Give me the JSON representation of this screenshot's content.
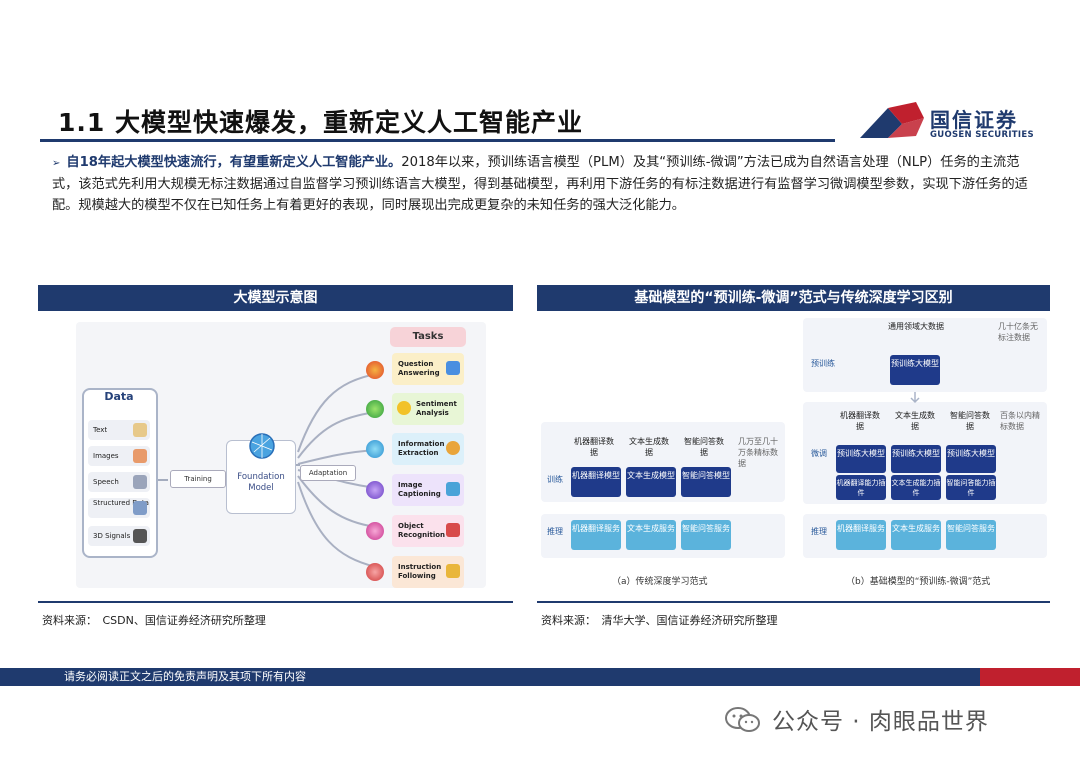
{
  "header": {
    "title": "1.1 大模型快速爆发，重新定义人工智能产业",
    "logo_cn": "国信证券",
    "logo_en": "GUOSEN SECURITIES"
  },
  "intro": {
    "lead": "自18年起大模型快速流行，有望重新定义人工智能产业。",
    "body": "2018年以来，预训练语言模型（PLM）及其“预训练-微调”方法已成为自然语言处理（NLP）任务的主流范式，该范式先利用大规模无标注数据通过自监督学习预训练语言大模型，得到基础模型，再利用下游任务的有标注数据进行有监督学习微调模型参数，实现下游任务的适配。规模越大的模型不仅在已知任务上有着更好的表现，同时展现出完成更复杂的未知任务的强大泛化能力。"
  },
  "left_panel": {
    "title": "大模型示意图",
    "source": "资料来源：　CSDN、国信证券经济研究所整理",
    "data_title": "Data",
    "data_items": [
      "Text",
      "Images",
      "Speech",
      "Structured Data",
      "3D Signals"
    ],
    "training": "Training",
    "foundation": "Foundation Model",
    "adaptation": "Adaptation",
    "tasks_title": "Tasks",
    "tasks": [
      "Question Answering",
      "Sentiment Analysis",
      "Information Extraction",
      "Image Captioning",
      "Object Recognition",
      "Instruction Following"
    ]
  },
  "right_panel": {
    "title": "基础模型的“预训练-微调”范式与传统深度学习区别",
    "source": "资料来源：　清华大学、国信证券经济研究所整理",
    "a": {
      "tasks": [
        "机器翻译数据",
        "文本生成数据",
        "智能问答数据"
      ],
      "data_note": "几万至几十万条精标数据",
      "train_label": "训练",
      "train_models": [
        "机器翻译模型",
        "文本生成模型",
        "智能问答模型"
      ],
      "infer_label": "推理",
      "infer_services": [
        "机器翻译服务",
        "文本生成服务",
        "智能问答服务"
      ],
      "caption": "（a）传统深度学习范式"
    },
    "b": {
      "pretrain_data": "通用领域大数据",
      "pretrain_note": "几十亿条无标注数据",
      "pretrain_label": "预训练",
      "pretrain_model": "预训练大模型",
      "tasks": [
        "机器翻译数据",
        "文本生成数据",
        "智能问答数据"
      ],
      "finetune_note": "百条以内精标数据",
      "finetune_label": "微调",
      "finetune_model": "预训练大模型",
      "plugins": [
        "机器翻译能力插件",
        "文本生成能力插件",
        "智能问答能力插件"
      ],
      "infer_label": "推理",
      "infer_services": [
        "机器翻译服务",
        "文本生成服务",
        "智能问答服务"
      ],
      "caption": "（b）基础模型的“预训练-微调”范式"
    }
  },
  "footer": {
    "disclaimer": "请务必阅读正文之后的免责声明及其项下所有内容",
    "watermark": "公众号 · 肉眼品世界"
  },
  "colors": {
    "navy": "#1f3a6e",
    "red": "#c0202e",
    "dark_blue": "#1f3a8a",
    "light_blue": "#5bb3dc"
  }
}
